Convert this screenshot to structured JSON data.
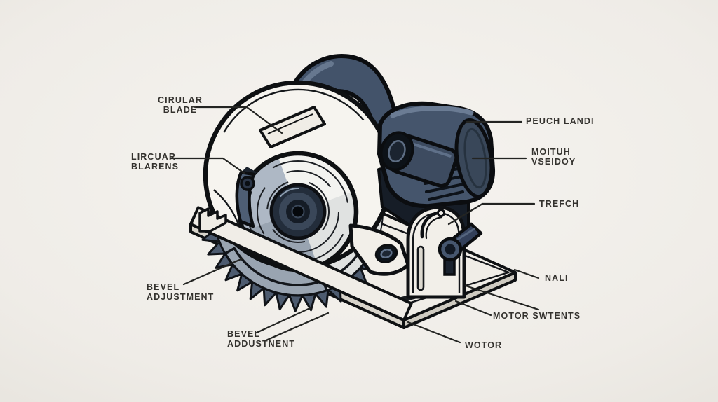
{
  "diagram": {
    "labels": {
      "circular_blade": {
        "text": "CIRULAR\nBLADE"
      },
      "lircuar_blarens": {
        "text": "LIRCUAR\nBLARENS"
      },
      "bevel_adjustment": {
        "text": "BEVEL\nADJUSTMENT"
      },
      "bevel_addustnent": {
        "text": "BEVEL\nADDUSTNENT"
      },
      "peuch_landi": {
        "text": "PEUCH LANDI"
      },
      "moituh_vseidoy": {
        "text": "MOITUH\nVSEIDOY"
      },
      "trefch": {
        "text": "TREFCH"
      },
      "nali": {
        "text": "NALI"
      },
      "motor_swtents": {
        "text": "MOTOR SWTENTS"
      },
      "wotor": {
        "text": "WOTOR"
      }
    },
    "colors": {
      "background": "#eceae4",
      "outline": "#101214",
      "body_slate": "#45556c",
      "body_slate_dark": "#2d394b",
      "guard_ivory": "#f6f4ef",
      "plate_ivory": "#f0ede7",
      "blade_gray": "#aeb8c5",
      "hub_dark": "#232d3b",
      "leader_line": "#232422",
      "label_text": "#34322e"
    }
  }
}
